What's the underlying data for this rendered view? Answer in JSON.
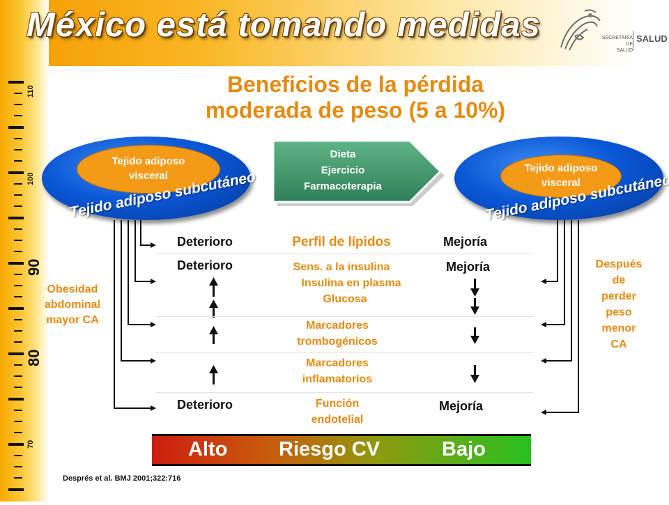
{
  "header": {
    "title": "México está tomando medidas",
    "logo": {
      "agency_line1": "SECRETARÍA DE",
      "agency_line2": "SALUD",
      "brand": "SALUD"
    }
  },
  "ruler": {
    "labels": [
      "110",
      "100",
      "90",
      "80",
      "70"
    ]
  },
  "diagram": {
    "title_line1": "Beneficios de la pérdida",
    "title_line2": "moderada de peso (5 a 10%)",
    "left_oval": {
      "inner_line1": "Tejido adiposo",
      "inner_line2": "visceral",
      "outer": "Tejido adiposo subcutáneo"
    },
    "right_oval": {
      "inner_line1": "Tejido adiposo",
      "inner_line2": "visceral",
      "outer": "Tejido adiposo subcutáneo"
    },
    "intervention": {
      "line1": "Dieta",
      "line2": "Ejercicio",
      "line3": "Farmacoterapia"
    },
    "left_label": {
      "line1": "Obesidad",
      "line2": "abdominal",
      "line3": "mayor CA"
    },
    "right_label": {
      "line1": "Después",
      "line2": "de",
      "line3": "perder",
      "line4": "peso",
      "line5": "menor",
      "line6": "CA"
    },
    "rows": {
      "lipids": {
        "left": "Deterioro",
        "middle": "Perfil de lípidos",
        "right": "Mejoría"
      },
      "insulin": {
        "left": "Deterioro",
        "middle1": "Sens. a la insulina",
        "middle2": "Insulina en plasma",
        "middle3": "Glucosa",
        "right": "Mejoría"
      },
      "thrombo": {
        "middle1": "Marcadores",
        "middle2": "trombogénicos"
      },
      "inflam": {
        "middle1": "Marcadores",
        "middle2": "inflamatorios"
      },
      "endothelial": {
        "left": "Deterioro",
        "middle1": "Función",
        "middle2": "endotelial",
        "right": "Mejoría"
      }
    },
    "risk_bar": {
      "left": "Alto",
      "middle": "Riesgo CV",
      "right": "Bajo"
    }
  },
  "citation": "Després et al. BMJ 2001;322:716",
  "colors": {
    "accent": "#e48b12",
    "oval_blue": "#0a57d6",
    "oval_orange": "#f59a17",
    "intervention_green": "#3f9b6a"
  }
}
